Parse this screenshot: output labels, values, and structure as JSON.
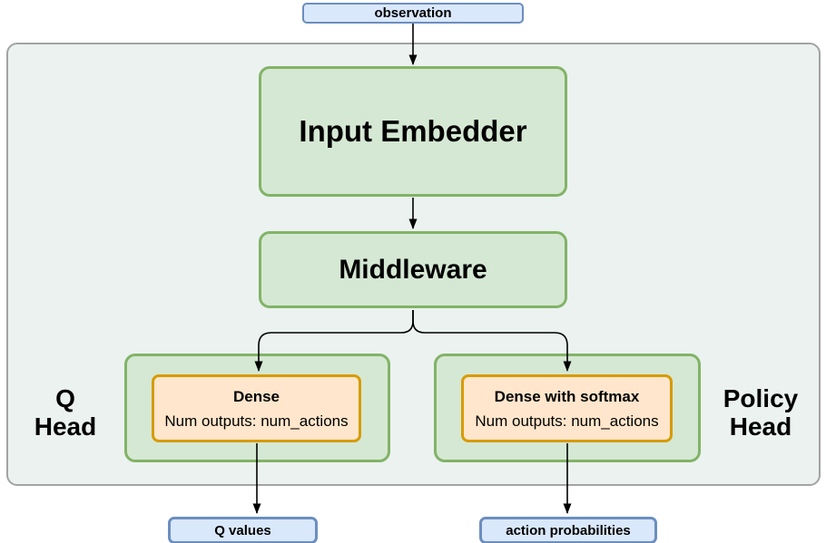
{
  "nodes": {
    "observation": {
      "label": "observation"
    },
    "input_embedder": {
      "label": "Input Embedder"
    },
    "middleware": {
      "label": "Middleware"
    },
    "q_head": {
      "side_label_line1": "Q",
      "side_label_line2": "Head",
      "dense": {
        "title": "Dense",
        "subtitle": "Num outputs: num_actions"
      },
      "output": {
        "label": "Q values"
      }
    },
    "policy_head": {
      "side_label_line1": "Policy",
      "side_label_line2": "Head",
      "dense": {
        "title": "Dense with softmax",
        "subtitle": "Num outputs: num_actions"
      },
      "output": {
        "label": "action probabilities"
      }
    }
  },
  "edges": [
    {
      "from": "observation",
      "to": "input_embedder"
    },
    {
      "from": "input_embedder",
      "to": "middleware"
    },
    {
      "from": "middleware",
      "to": "q_head.dense"
    },
    {
      "from": "middleware",
      "to": "policy_head.dense"
    },
    {
      "from": "q_head.dense",
      "to": "q_values"
    },
    {
      "from": "policy_head.dense",
      "to": "action_probabilities"
    }
  ],
  "colors": {
    "blue_fill": "#dae8fc",
    "blue_stroke": "#6c8ebf",
    "green_fill": "#d5e8d4",
    "green_stroke": "#82b366",
    "orange_fill": "#ffe6cc",
    "orange_stroke": "#d79b00",
    "container_fill": "#ebf2f0",
    "container_stroke": "#a3a3a3",
    "arrow": "#000000",
    "text": "#000000"
  }
}
